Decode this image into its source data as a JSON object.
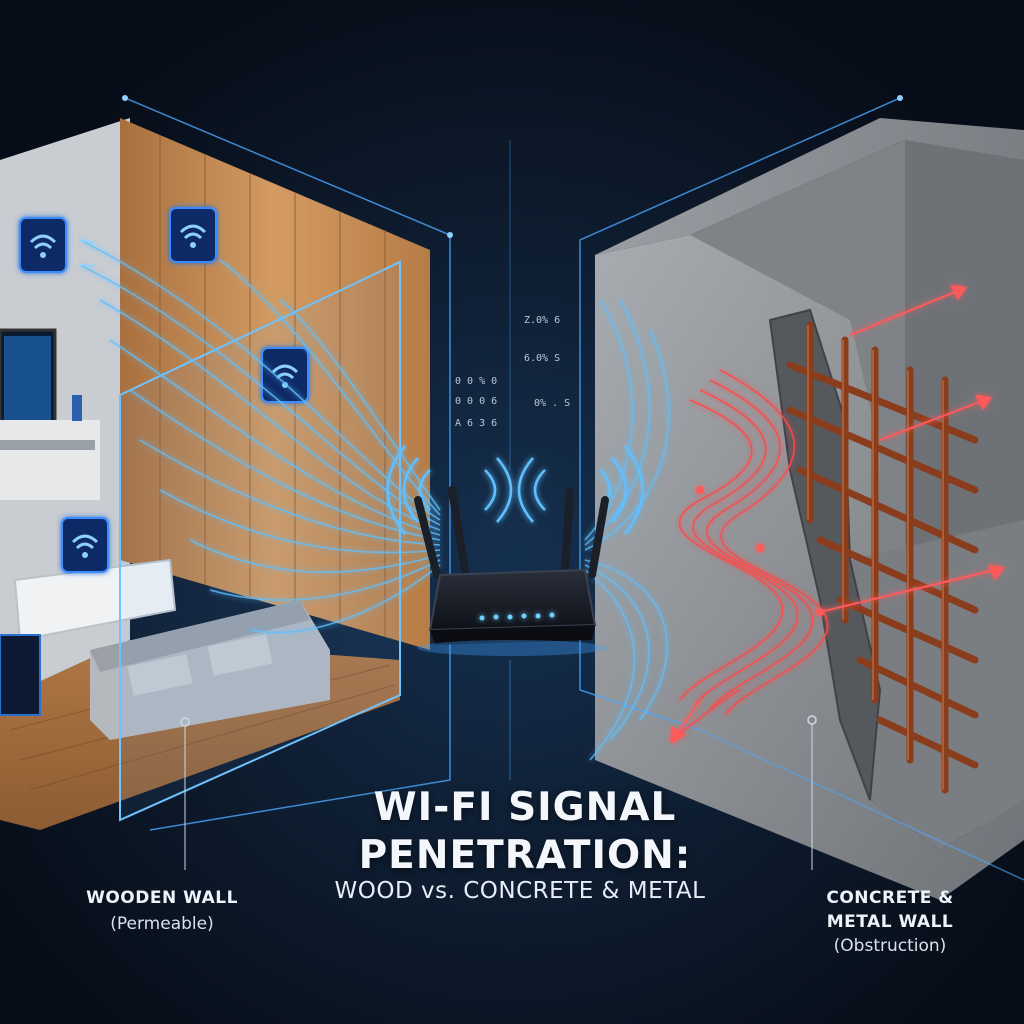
{
  "title_line1": "WI-FI SIGNAL",
  "title_line2": "PENETRATION:",
  "subtitle": "WOOD vs. CONCRETE & METAL",
  "left_label": {
    "name": "WOODEN WALL",
    "note": "(Permeable)"
  },
  "right_label": {
    "name_line1": "CONCRETE &",
    "name_line2": "METAL WALL",
    "note": "(Obstruction)"
  },
  "readouts": [
    "Z.0% 6",
    "6.0% S",
    "0% . S",
    "0 0 % 0",
    "0 0 0 6",
    "A 6 3 6"
  ],
  "colors": {
    "background": "#0b1422",
    "signal_pass": "#56b8ff",
    "signal_blocked": "#ff4a4a",
    "wood": "#c58c55",
    "concrete": "#8d9196",
    "rebar": "#8a3d1c"
  },
  "icons": [
    "wifi-icon",
    "router-icon",
    "tv-icon",
    "sofa-icon",
    "rebar-grid-icon"
  ]
}
